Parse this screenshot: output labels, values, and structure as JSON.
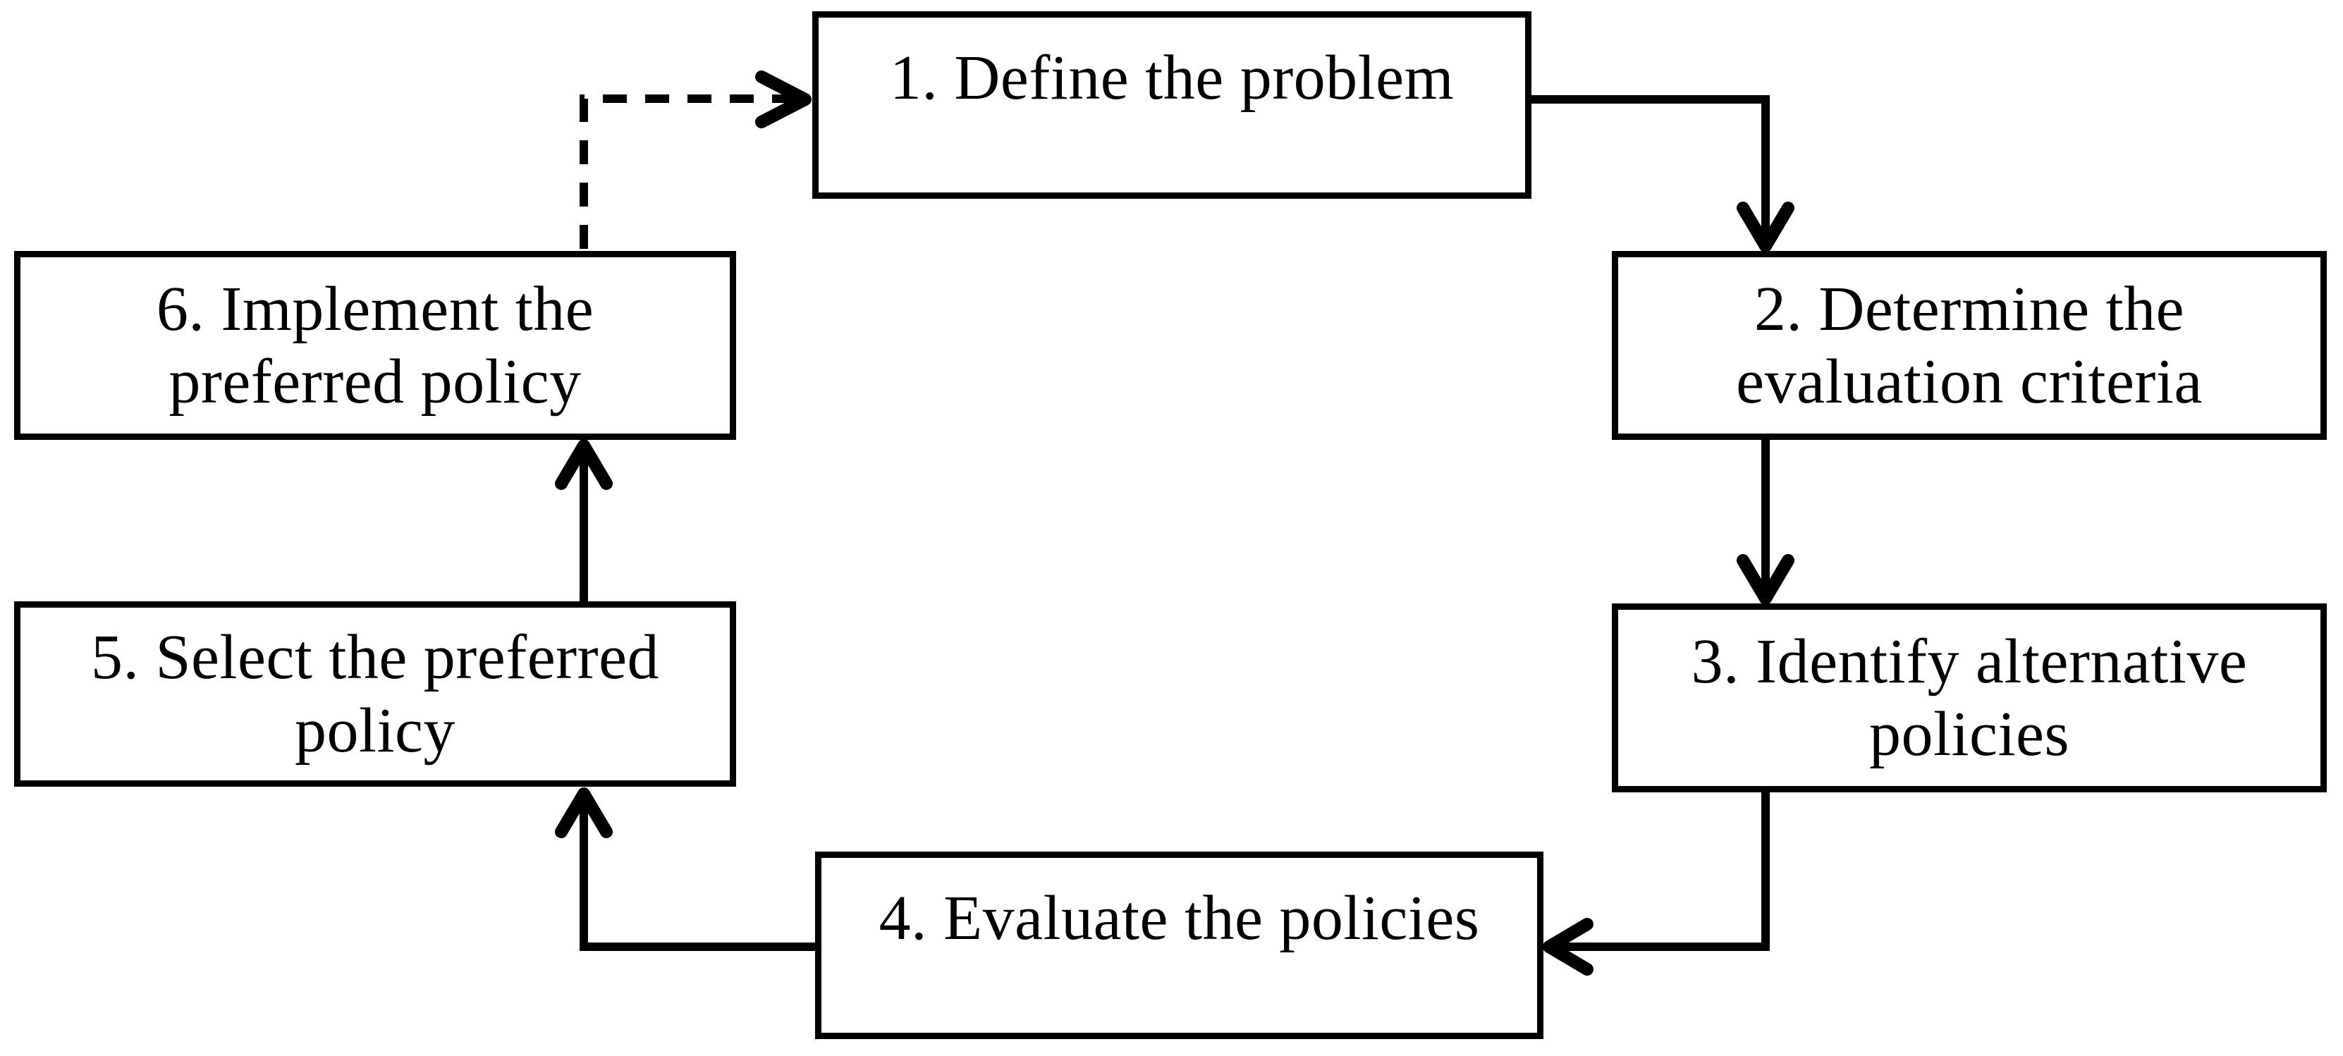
{
  "figure": {
    "type": "flowchart",
    "background_color": "#ffffff",
    "line_color": "#000000",
    "font_style": "serif",
    "steps": [
      {
        "id": "1",
        "label": "1. Define the problem"
      },
      {
        "id": "2",
        "label": "2. Determine the\nevaluation criteria"
      },
      {
        "id": "3",
        "label": "3. Identify alternative\npolicies"
      },
      {
        "id": "4",
        "label": "4. Evaluate the policies"
      },
      {
        "id": "5",
        "label": "5. Select the preferred\npolicy"
      },
      {
        "id": "6",
        "label": "6. Implement the\npreferred policy"
      }
    ],
    "flow": [
      {
        "from": "1",
        "to": "2",
        "style": "solid"
      },
      {
        "from": "2",
        "to": "3",
        "style": "solid"
      },
      {
        "from": "3",
        "to": "4",
        "style": "solid"
      },
      {
        "from": "4",
        "to": "5",
        "style": "solid"
      },
      {
        "from": "5",
        "to": "6",
        "style": "solid"
      },
      {
        "from": "6",
        "to": "1",
        "style": "dashed"
      }
    ]
  }
}
